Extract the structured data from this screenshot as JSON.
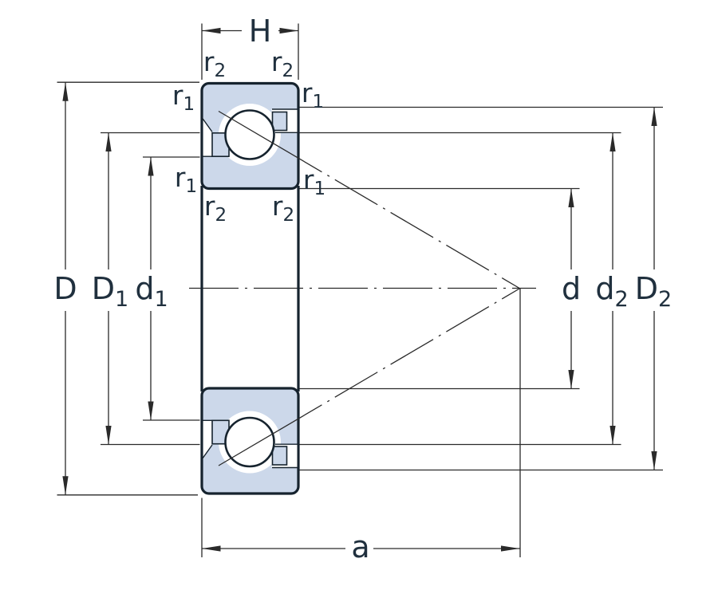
{
  "diagram": {
    "kind": "angular-contact-ball-bearing-cross-section-dimension-drawing",
    "colors": {
      "ring_fill": "#ccd8ea",
      "ring_outline": "#16232e",
      "line_color": "#2a2a2a",
      "text_color": "#20303e",
      "background": "#ffffff"
    },
    "dim_labels": {
      "H": {
        "base": "H",
        "sub": ""
      },
      "D": {
        "base": "D",
        "sub": ""
      },
      "D1": {
        "base": "D",
        "sub": "1"
      },
      "d1": {
        "base": "d",
        "sub": "1"
      },
      "d": {
        "base": "d",
        "sub": ""
      },
      "d2": {
        "base": "d",
        "sub": "2"
      },
      "D2": {
        "base": "D",
        "sub": "2"
      },
      "a": {
        "base": "a",
        "sub": ""
      }
    },
    "fillet_labels": {
      "r1": {
        "base": "r",
        "sub": "1"
      },
      "r2": {
        "base": "r",
        "sub": "2"
      }
    }
  }
}
